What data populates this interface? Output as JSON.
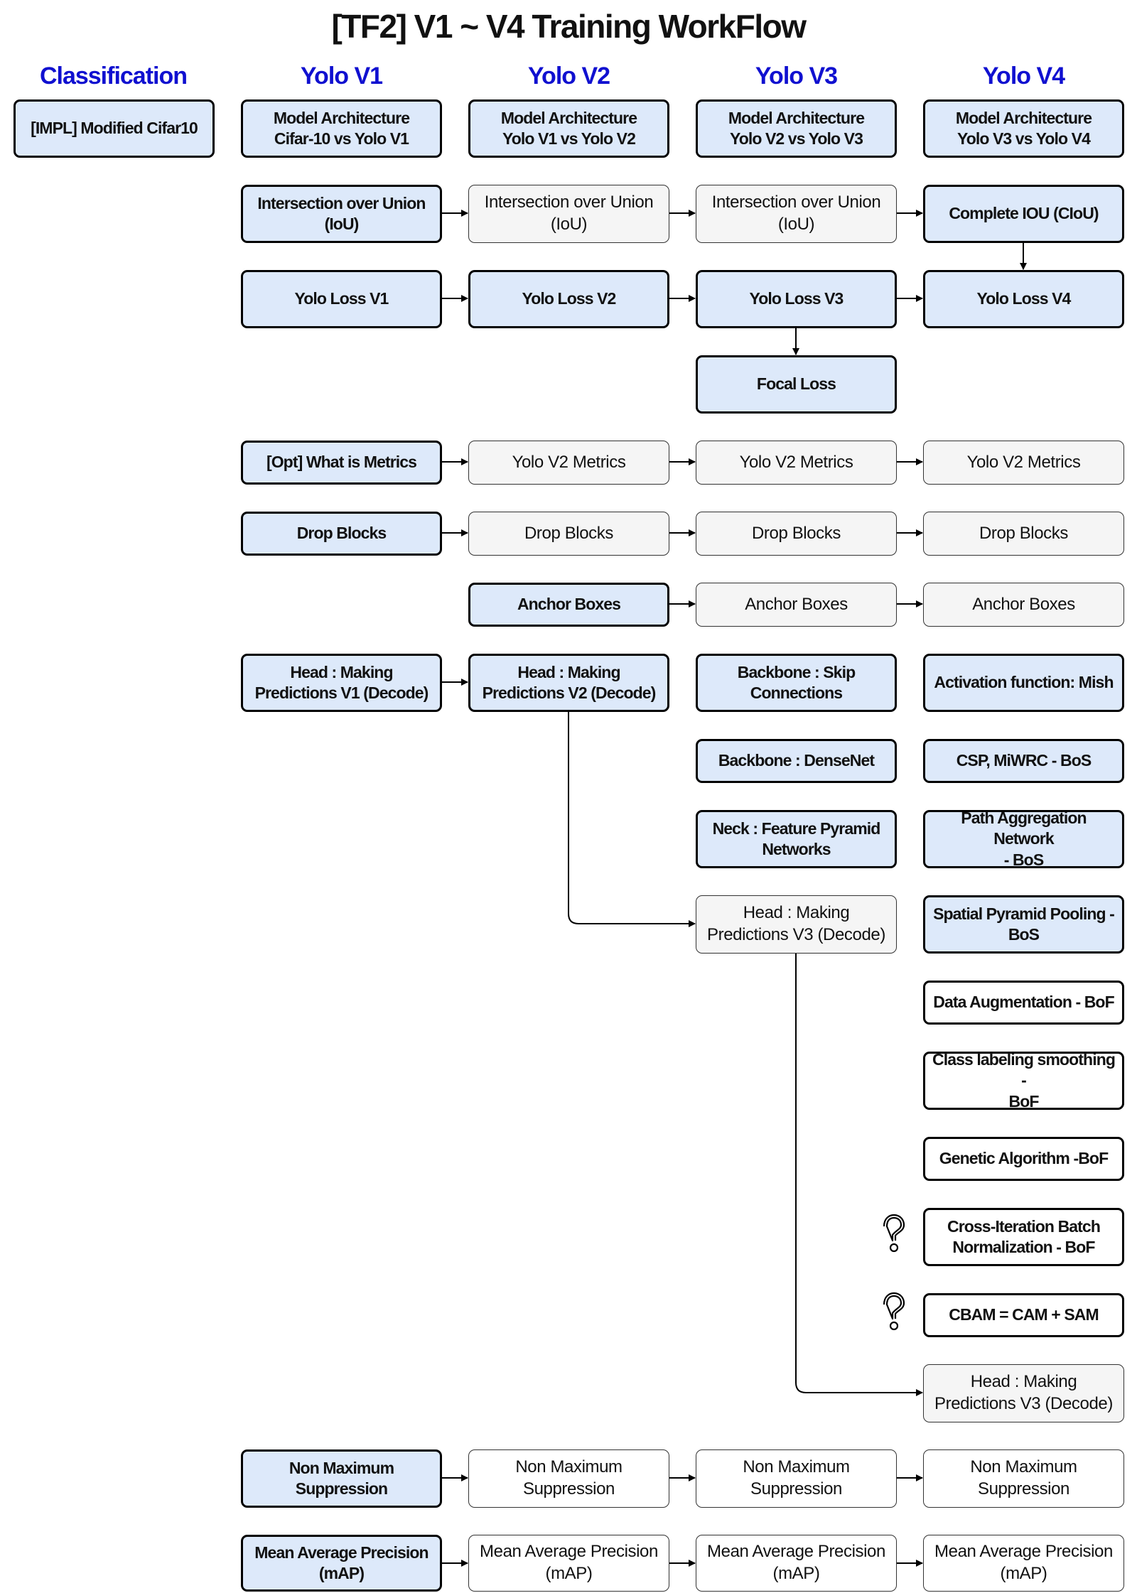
{
  "title": "[TF2]  V1 ~ V4 Training WorkFlow",
  "columns": {
    "classification": "Classification",
    "yolo_v1": "Yolo V1",
    "yolo_v2": "Yolo V2",
    "yolo_v3": "Yolo V3",
    "yolo_v4": "Yolo V4"
  },
  "nodes": {
    "cls_cifar": "[IMPL] Modified Cifar10",
    "v1_arch": "Model Architecture\nCifar-10 vs Yolo V1",
    "v2_arch": "Model Architecture\nYolo V1 vs Yolo V2",
    "v3_arch": "Model Architecture\nYolo V2 vs Yolo V3",
    "v4_arch": "Model Architecture\nYolo V3 vs Yolo V4",
    "v1_iou": "Intersection over Union\n(IoU)",
    "v2_iou": "Intersection over Union\n(IoU)",
    "v3_iou": "Intersection over Union\n(IoU)",
    "v4_ciou": "Complete IOU (CIoU)",
    "v1_loss": "Yolo Loss V1",
    "v2_loss": "Yolo Loss V2",
    "v3_loss": "Yolo Loss V3",
    "v4_loss": "Yolo Loss V4",
    "v3_focal": "Focal Loss",
    "v1_metrics": "[Opt] What is Metrics",
    "v2_metrics": "Yolo V2 Metrics",
    "v3_metrics": "Yolo V2 Metrics",
    "v4_metrics": "Yolo V2 Metrics",
    "v1_drop": "Drop Blocks",
    "v2_drop": "Drop Blocks",
    "v3_drop": "Drop Blocks",
    "v4_drop": "Drop Blocks",
    "v2_anchor": "Anchor Boxes",
    "v3_anchor": "Anchor Boxes",
    "v4_anchor": "Anchor Boxes",
    "v1_head": "Head : Making\nPredictions V1 (Decode)",
    "v2_head": "Head : Making\nPredictions V2 (Decode)",
    "v3_skip": "Backbone : Skip\nConnections",
    "v4_mish": "Activation function: Mish",
    "v3_densenet": "Backbone : DenseNet",
    "v4_csp": "CSP, MiWRC - BoS",
    "v3_fpn": "Neck : Feature Pyramid\nNetworks",
    "v4_pan": "Path Aggregation Network\n- BoS",
    "v3_head": "Head : Making\nPredictions V3 (Decode)",
    "v4_spp": "Spatial Pyramid Pooling -\nBoS",
    "v4_aug": "Data Augmentation - BoF",
    "v4_smooth": "Class labeling smoothing -\nBoF",
    "v4_genetic": "Genetic Algorithm -BoF",
    "v4_cbn": "Cross-Iteration Batch\nNormalization - BoF",
    "v4_cbam": "CBAM = CAM + SAM",
    "v4_head": "Head : Making\nPredictions V3 (Decode)",
    "v1_nms": "Non Maximum\nSuppression",
    "v2_nms": "Non Maximum\nSuppression",
    "v3_nms": "Non Maximum\nSuppression",
    "v4_nms": "Non Maximum\nSuppression",
    "v1_map": "Mean Average Precision\n(mAP)",
    "v2_map": "Mean Average Precision\n(mAP)",
    "v3_map": "Mean Average Precision\n(mAP)",
    "v4_map": "Mean Average Precision\n(mAP)"
  },
  "icons": {
    "question": "question-mark-icon"
  },
  "colors": {
    "column_header": "#1010d0",
    "highlight_fill": "#dde9fa",
    "reference_fill": "#f5f5f5"
  }
}
